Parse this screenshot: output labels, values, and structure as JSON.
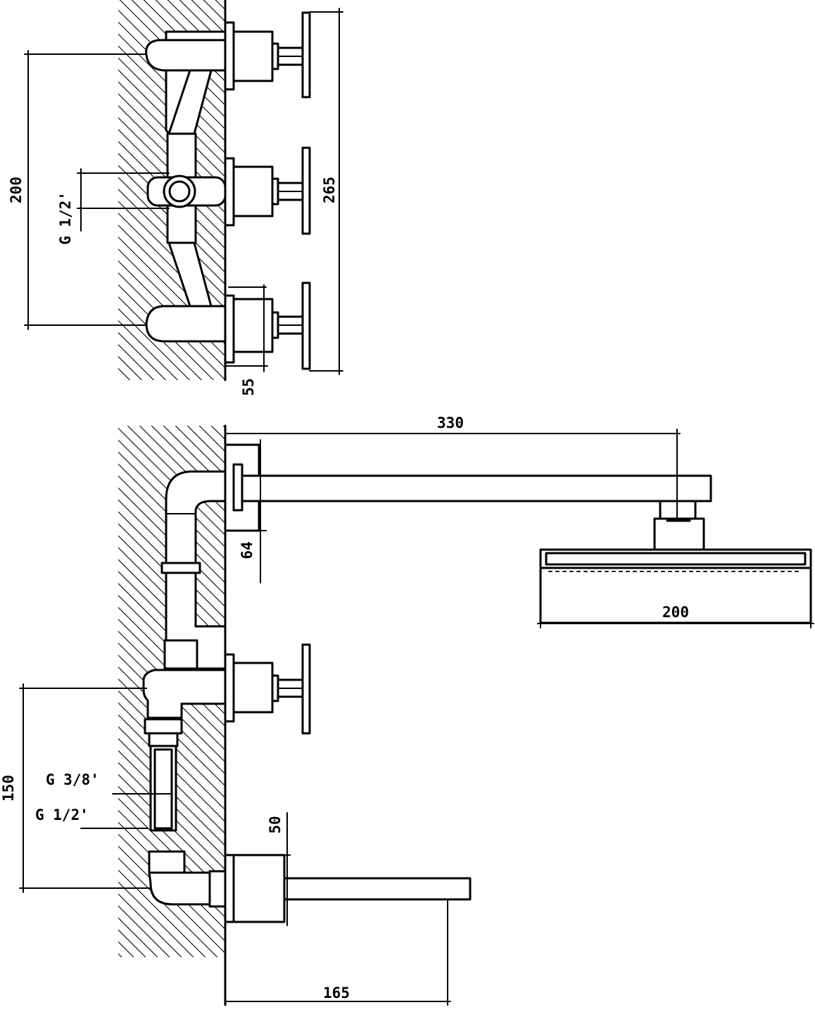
{
  "top_view": {
    "dim_height": "200",
    "dim_depth": "265",
    "dim_spacing": "55",
    "thread_label": "G 1/2'"
  },
  "bottom_view": {
    "dim_arm_length": "330",
    "dim_head_width": "200",
    "dim_arm_height": "64",
    "dim_inlet_height": "150",
    "thread_label_1": "G 3/8'",
    "thread_label_2": "G 1/2'",
    "dim_spout_height": "50",
    "dim_spout_length": "165"
  },
  "colors": {
    "line": "#000000",
    "background": "#ffffff"
  }
}
